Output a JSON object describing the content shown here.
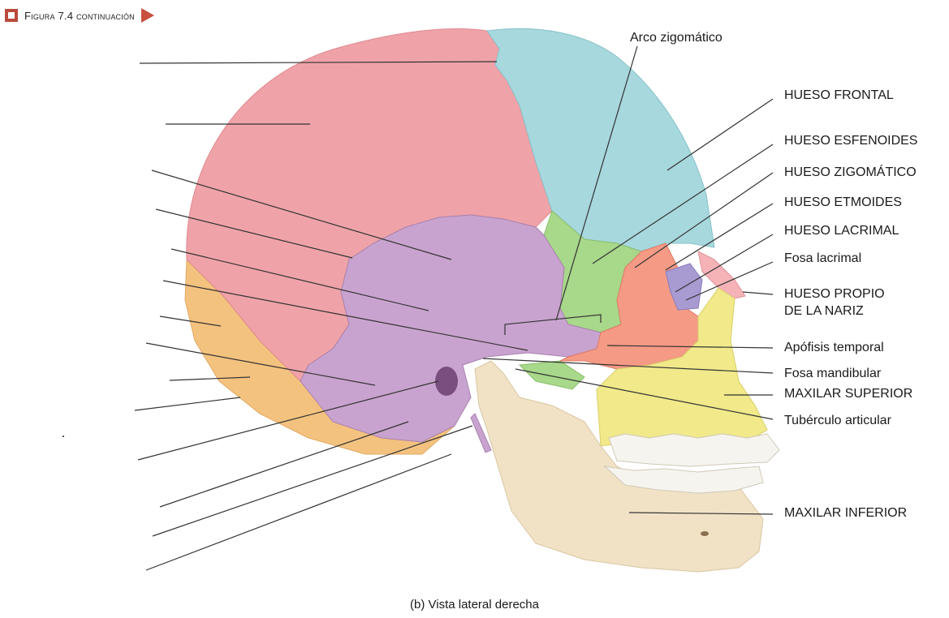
{
  "header": {
    "figure_label": "Figura 7.4 continuación"
  },
  "labels": {
    "arco_zigomatico": "Arco zigomático",
    "hueso_frontal": "HUESO FRONTAL",
    "hueso_esfenoides": "HUESO ESFENOIDES",
    "hueso_zigomatico": "HUESO ZIGOMÁTICO",
    "hueso_etmoides": "HUESO ETMOIDES",
    "hueso_lacrimal": "HUESO LACRIMAL",
    "fosa_lacrimal": "Fosa lacrimal",
    "hueso_propio_1": "HUESO PROPIO",
    "hueso_propio_2": "DE LA NARIZ",
    "apofisis_temporal": "Apófisis temporal",
    "fosa_mandibular": "Fosa mandibular",
    "maxilar_superior": "MAXILAR SUPERIOR",
    "tuberculo_articular": "Tubérculo articular",
    "maxilar_inferior": "MAXILAR INFERIOR"
  },
  "caption": "(b) Vista lateral derecha",
  "colors": {
    "parietal": "#efa3a8",
    "frontal": "#a7d8de",
    "temporal": "#c9a3cf",
    "occipital": "#f4c27f",
    "sphenoid": "#a8d88a",
    "zygomatic": "#f49a85",
    "maxilla": "#f1e98a",
    "mandible": "#f1e2c6",
    "teeth": "#f6f4ee",
    "lacrimal": "#a89bd2",
    "nasal": "#f5b3b8",
    "header_accent": "#c9503f"
  }
}
